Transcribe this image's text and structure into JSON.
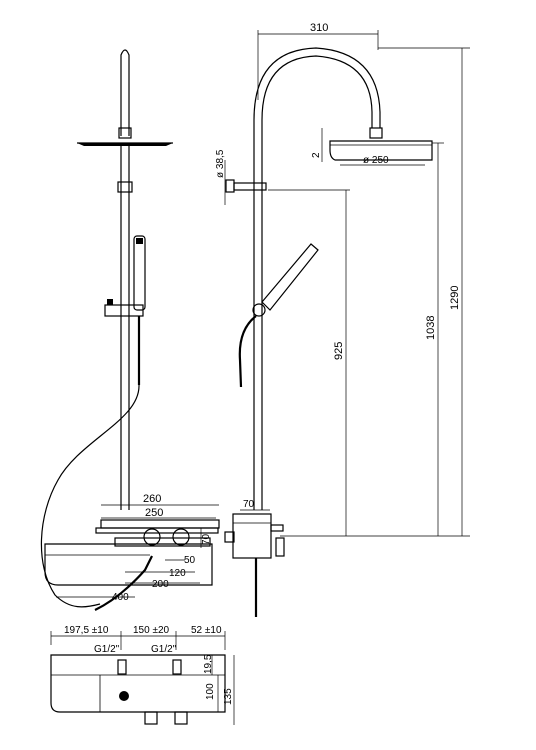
{
  "dimensions": {
    "top_width": "310",
    "head_diameter": "ø 250",
    "head_thickness": "2",
    "pipe_diameter": "ø 38,5",
    "height_925": "925",
    "height_1038": "1038",
    "height_1290": "1290",
    "offset_70_side": "70",
    "shelf_260": "260",
    "shelf_250": "250",
    "depth_70": "70",
    "d_50": "50",
    "d_120": "120",
    "d_200": "200",
    "d_400": "400",
    "bottom_197": "197,5 ±10",
    "bottom_150": "150 ±20",
    "bottom_52": "52 ±10",
    "thread_left": "G1/2\"",
    "thread_right": "G1/2\"",
    "h_19_5": "19,5",
    "h_100": "100",
    "h_135": "135"
  }
}
